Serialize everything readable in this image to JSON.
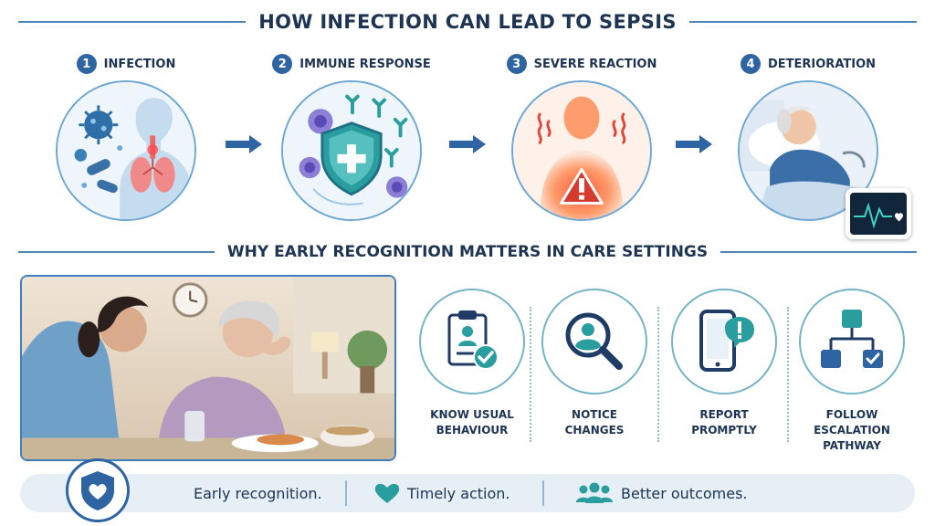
{
  "title": "HOW INFECTION CAN LEAD TO SEPSIS",
  "steps": [
    {
      "number": "1",
      "label": "INFECTION",
      "icon": "infection-illustration"
    },
    {
      "number": "2",
      "label": "IMMUNE RESPONSE",
      "icon": "immune-shield-illustration"
    },
    {
      "number": "3",
      "label": "SEVERE REACTION",
      "icon": "severe-reaction-illustration"
    },
    {
      "number": "4",
      "label": "DETERIORATION",
      "icon": "deterioration-illustration"
    }
  ],
  "subtitle": "WHY EARLY RECOGNITION MATTERS IN CARE SETTINGS",
  "actions": [
    {
      "label": "KNOW USUAL\nBEHAVIOUR",
      "icon": "clipboard-check-icon"
    },
    {
      "label": "NOTICE\nCHANGES",
      "icon": "magnifier-person-icon"
    },
    {
      "label": "REPORT\nPROMPTLY",
      "icon": "phone-alert-icon"
    },
    {
      "label": "FOLLOW\nESCALATION\nPATHWAY",
      "icon": "flowchart-icon"
    }
  ],
  "footer": {
    "item1": "Early recognition.",
    "item2": "Timely action.",
    "item3": "Better outcomes."
  },
  "colors": {
    "navy": "#1d3452",
    "blue": "#2f64a3",
    "teal": "#2a9d9f",
    "alert_red": "#d63b2f",
    "footer_bg": "#e6eef6"
  }
}
